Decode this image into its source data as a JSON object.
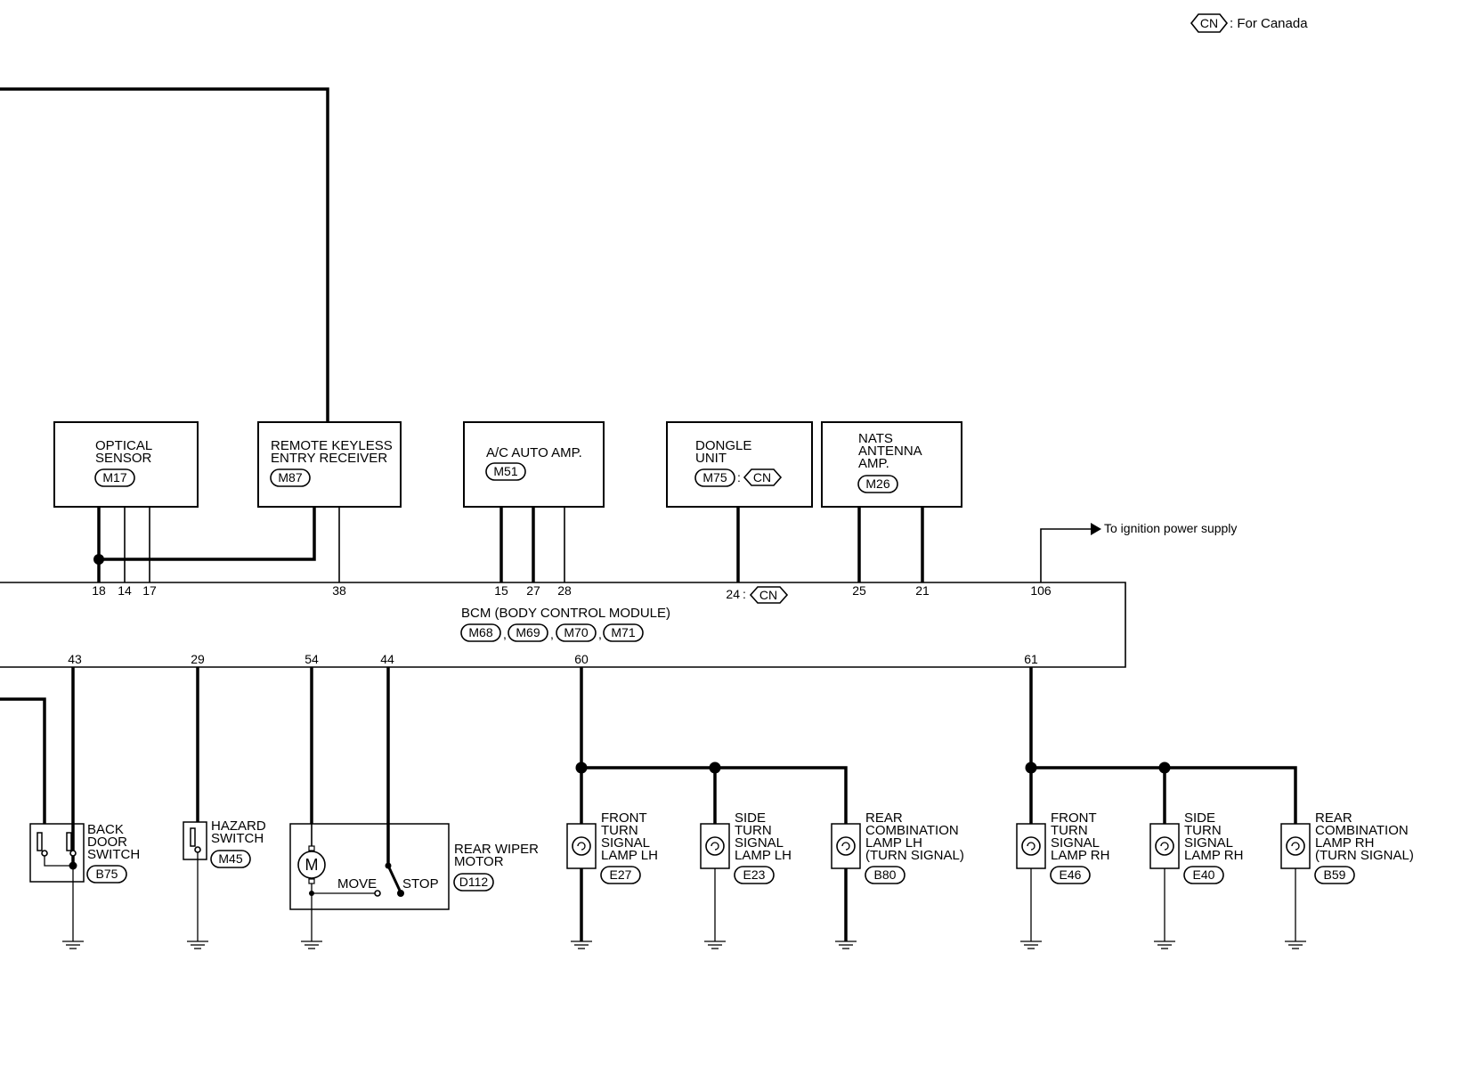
{
  "legend": {
    "symbol": "CN",
    "text": ": For Canada"
  },
  "modules": {
    "optical_sensor": {
      "lines": [
        "OPTICAL",
        "SENSOR"
      ],
      "connector": "M17"
    },
    "keyless_receiver": {
      "lines": [
        "REMOTE KEYLESS",
        "ENTRY RECEIVER"
      ],
      "connector": "M87"
    },
    "ac_amp": {
      "lines": [
        "A/C AUTO AMP."
      ],
      "connector": "M51"
    },
    "dongle_unit": {
      "lines": [
        "DONGLE",
        "UNIT"
      ],
      "connector": "M75",
      "sep": ":",
      "cn": "CN"
    },
    "nats_amp": {
      "lines": [
        "NATS",
        "ANTENNA",
        "AMP."
      ],
      "connector": "M26"
    }
  },
  "bcm": {
    "title": "BCM (BODY CONTROL MODULE)",
    "connectors": [
      "M68",
      "M69",
      "M70",
      "M71"
    ],
    "sep": ",",
    "top_pins": [
      "18",
      "14",
      "17",
      "38",
      "15",
      "27",
      "28",
      "24",
      "25",
      "21",
      "106"
    ],
    "pin_24_sep": ":",
    "pin_24_cn": "CN",
    "bottom_pins": [
      "43",
      "29",
      "54",
      "44",
      "60",
      "61"
    ]
  },
  "ignition": {
    "text": "To ignition power supply"
  },
  "components": {
    "back_door": {
      "lines": [
        "BACK",
        "DOOR",
        "SWITCH"
      ],
      "connector": "B75"
    },
    "hazard": {
      "lines": [
        "HAZARD",
        "SWITCH"
      ],
      "connector": "M45"
    },
    "wiper": {
      "lines": [
        "REAR WIPER",
        "MOTOR"
      ],
      "connector": "D112",
      "motor": "M",
      "move": "MOVE",
      "stop": "STOP"
    },
    "front_lh": {
      "lines": [
        "FRONT",
        "TURN",
        "SIGNAL",
        "LAMP LH"
      ],
      "connector": "E27"
    },
    "side_lh": {
      "lines": [
        "SIDE",
        "TURN",
        "SIGNAL",
        "LAMP LH"
      ],
      "connector": "E23"
    },
    "rear_lh": {
      "lines": [
        "REAR",
        "COMBINATION",
        "LAMP LH",
        "(TURN SIGNAL)"
      ],
      "connector": "B80"
    },
    "front_rh": {
      "lines": [
        "FRONT",
        "TURN",
        "SIGNAL",
        "LAMP RH"
      ],
      "connector": "E46"
    },
    "side_rh": {
      "lines": [
        "SIDE",
        "TURN",
        "SIGNAL",
        "LAMP RH"
      ],
      "connector": "E40"
    },
    "rear_rh": {
      "lines": [
        "REAR",
        "COMBINATION",
        "LAMP RH",
        "(TURN SIGNAL)"
      ],
      "connector": "B59"
    }
  }
}
